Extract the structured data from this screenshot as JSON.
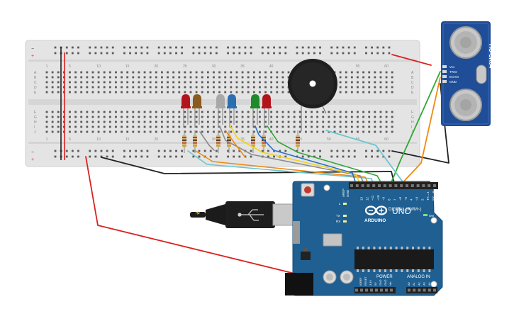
{
  "breadboard": {
    "row_letters_top": [
      "A",
      "B",
      "C",
      "D",
      "E"
    ],
    "row_letters_bottom": [
      "F",
      "G",
      "H",
      "I",
      "J"
    ],
    "column_numbers": [
      "1",
      "5",
      "10",
      "15",
      "20",
      "25",
      "30",
      "35",
      "40",
      "45",
      "50",
      "55",
      "60"
    ],
    "rail_minus": "−",
    "rail_plus": "+"
  },
  "leds": [
    {
      "color": "#b3141c"
    },
    {
      "color": "#8a5a1f"
    },
    {
      "color": "#a8a8a8"
    },
    {
      "color": "#2a6fb0"
    },
    {
      "color": "#1e8a2a"
    },
    {
      "color": "#b3141c"
    }
  ],
  "sensor": {
    "model": "HC-SR04",
    "pins": [
      "Vcc",
      "TRIG",
      "ECHO",
      "GND"
    ]
  },
  "arduino": {
    "brand": "ARDUINO",
    "model": "UNO",
    "digital_label": "DIGITAL (PWM~)",
    "power_label": "POWER",
    "analog_label": "ANALOG IN",
    "led_on": "ON",
    "led_l": "L",
    "led_tx": "TX",
    "led_rx": "RX",
    "aref": "AREF",
    "gnd": "GND",
    "digital_pins": [
      "13",
      "12",
      "~11",
      "~10",
      "~9",
      "8",
      "7",
      "~6",
      "~5",
      "4",
      "~3",
      "2",
      "TX→1",
      "RX←0"
    ],
    "power_pins": [
      "IOREF",
      "RESET",
      "3.3V",
      "5V",
      "GND",
      "GND",
      "Vin"
    ],
    "analog_pins": [
      "A0",
      "A1",
      "A2",
      "A3",
      "A4",
      "A5"
    ]
  },
  "colors": {
    "board_blue": "#1f5f91",
    "wire_red": "#d9221f",
    "wire_black": "#222222",
    "wire_green": "#2fa836",
    "wire_orange": "#ef8a12",
    "wire_cyan": "#69c6cf",
    "wire_yellow": "#f3d21b",
    "wire_blue": "#2670c9",
    "wire_gray": "#8c8c8c"
  }
}
